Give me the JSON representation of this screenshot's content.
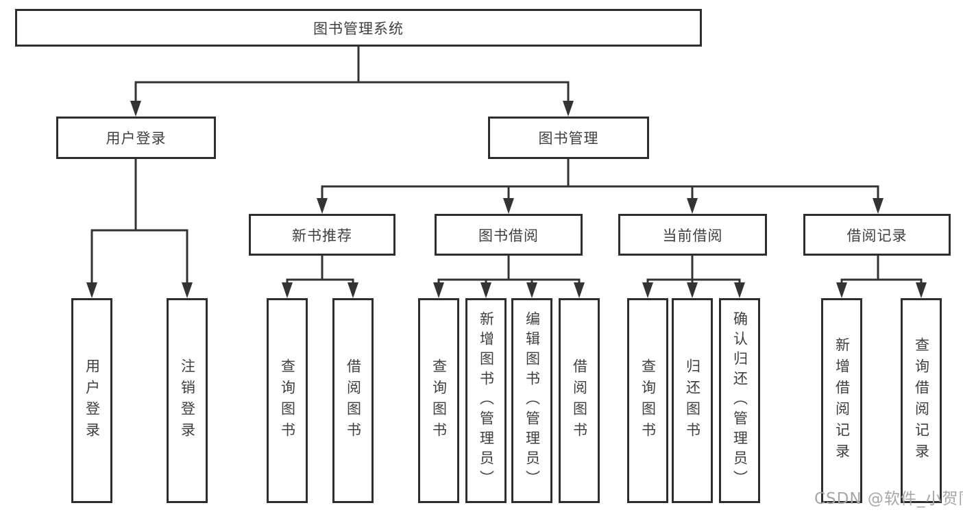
{
  "diagram": {
    "nodes": {
      "root": "图书管理系统",
      "user_login": "用户登录",
      "book_mgmt": "图书管理",
      "new_book": "新书推荐",
      "book_borrow": "图书借阅",
      "current_borrow": "当前借阅",
      "borrow_record": "借阅记录",
      "leaves_login": [
        "用户登录",
        "注销登录"
      ],
      "leaves_new_book": [
        "查询图书",
        "借阅图书"
      ],
      "leaves_book_borrow": [
        "查询图书",
        "新增图书（管理员）",
        "编辑图书（管理员）",
        "借阅图书"
      ],
      "leaves_current": [
        "查询图书",
        "归还图书",
        "确认归还（管理员）"
      ],
      "leaves_record": [
        "新增借阅记录",
        "查询借阅记录"
      ]
    },
    "colors": {
      "line": "#333333",
      "box_border": "#2d2d2d",
      "text": "#3f3f3f",
      "watermark": "#a6a6a6"
    }
  },
  "watermark": "CSDN @软件_小贺同学"
}
